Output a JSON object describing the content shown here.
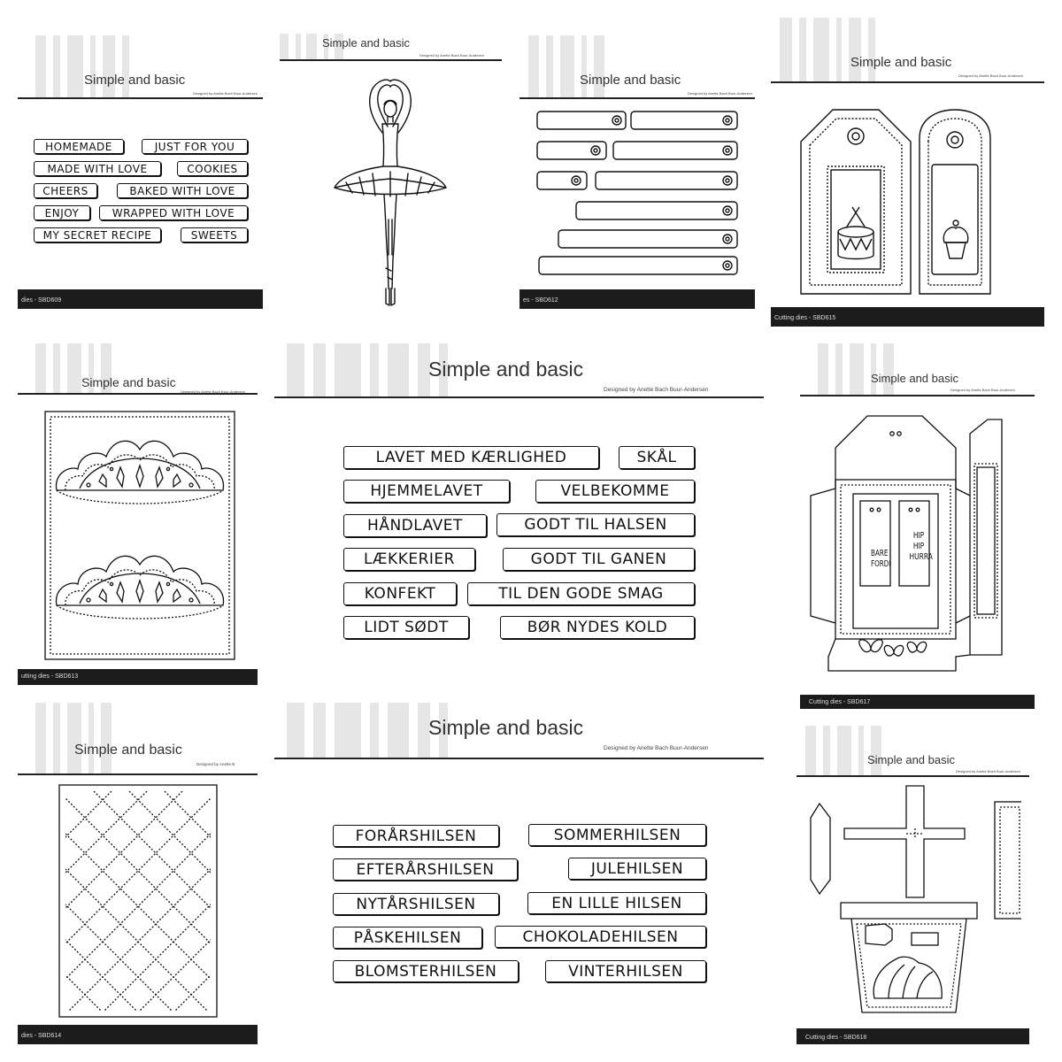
{
  "brand": {
    "name": "Simple and basic",
    "designer": "Designed by Anette Bach Buur-Andersen",
    "designer_cut": "Designed by Anette B"
  },
  "cards": {
    "sbd609": {
      "footer": "dies - SBD609",
      "words": [
        "HOMEMADE",
        "JUST FOR YOU",
        "MADE WITH LOVE",
        "COOKIES",
        "CHEERS",
        "BAKED WITH LOVE",
        "ENJOY",
        "WRAPPED WITH LOVE",
        "MY SECRET RECIPE",
        "SWEETS"
      ]
    },
    "ballerina": {
      "footer": ""
    },
    "sbd612": {
      "footer": "es - SBD612"
    },
    "sbd615": {
      "footer": "Cutting dies - SBD615"
    },
    "sbd613": {
      "footer": "utting dies - SBD613"
    },
    "danish1": {
      "words": [
        "LAVET MED KÆRLIGHED",
        "SKÅL",
        "HJEMMELAVET",
        "VELBEKOMME",
        "HÅNDLAVET",
        "GODT TIL HALSEN",
        "LÆKKERIER",
        "GODT TIL GANEN",
        "KONFEKT",
        "TIL DEN GODE SMAG",
        "LIDT SØDT",
        "BØR NYDES KOLD"
      ]
    },
    "sbd617": {
      "footer": "Cutting dies - SBD617",
      "label_left": [
        "BARE",
        "FORDI"
      ],
      "label_right": [
        "HIP",
        "HIP",
        "HURRA"
      ]
    },
    "sbd614": {
      "footer": "dies - SBD614"
    },
    "danish2": {
      "words": [
        "FORÅRSHILSEN",
        "SOMMERHILSEN",
        "EFTERÅRSHILSEN",
        "JULEHILSEN",
        "NYTÅRSHILSEN",
        "EN LILLE HILSEN",
        "PÅSKEHILSEN",
        "CHOKOLADEHILSEN",
        "BLOMSTERHILSEN",
        "VINTERHILSEN"
      ]
    },
    "sbd618": {
      "footer": "Cutting dies - SBD618"
    }
  }
}
